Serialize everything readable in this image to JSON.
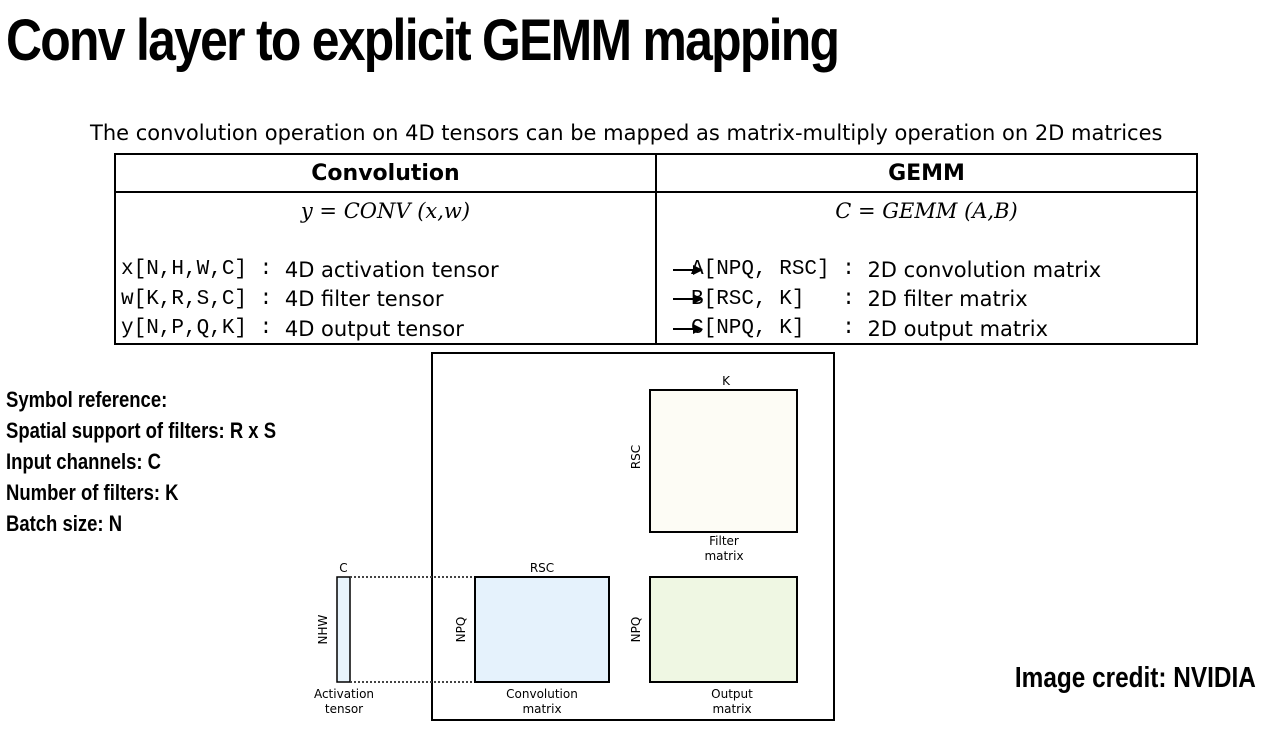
{
  "title": "Conv layer to explicit GEMM mapping",
  "subtitle": "The convolution operation on 4D tensors can be mapped as matrix-multiply operation on 2D matrices",
  "table": {
    "headers": [
      "Convolution",
      "GEMM"
    ],
    "left_formula": "y = CONV (x,w)",
    "right_formula": "C = GEMM (A,B)",
    "left_rows": [
      {
        "code": "x[N,H,W,C]",
        "sep": " : ",
        "desc": "4D activation tensor"
      },
      {
        "code": "w[K,R,S,C]",
        "sep": " : ",
        "desc": "4D filter tensor"
      },
      {
        "code": "y[N,P,Q,K]",
        "sep": " : ",
        "desc": "4D output tensor"
      }
    ],
    "right_rows": [
      {
        "code": "A[NPQ, RSC]",
        "sep": " : ",
        "desc": "2D convolution matrix"
      },
      {
        "code": "B[RSC, K]  ",
        "sep": " : ",
        "desc": "2D filter matrix"
      },
      {
        "code": "C[NPQ, K]  ",
        "sep": " : ",
        "desc": "2D output matrix"
      }
    ]
  },
  "symbols": {
    "heading": "Symbol reference:",
    "lines": [
      "Spatial support of filters: R x S",
      "Input channels: C",
      "Number of filters: K",
      "Batch size: N"
    ]
  },
  "diagram": {
    "activation": {
      "top": "C",
      "side": "NHW",
      "caption1": "Activation",
      "caption2": "tensor",
      "color": "#e8f4fc"
    },
    "convolution": {
      "top": "RSC",
      "side": "NPQ",
      "caption1": "Convolution",
      "caption2": "matrix",
      "color": "#e5f2fc"
    },
    "filter": {
      "top": "K",
      "side": "RSC",
      "caption1": "Filter",
      "caption2": "matrix",
      "color": "#fdfcf5"
    },
    "output": {
      "side": "NPQ",
      "caption1": "Output",
      "caption2": "matrix",
      "color": "#eff7e3"
    }
  },
  "credit": "Image credit: NVIDIA"
}
